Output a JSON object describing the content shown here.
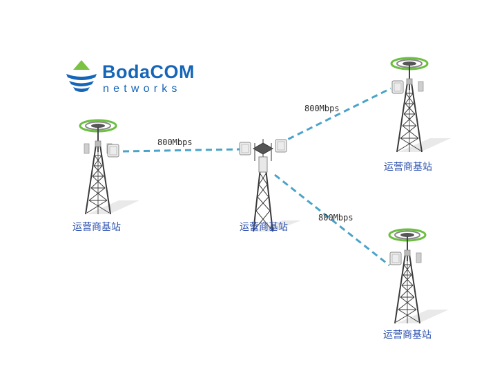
{
  "logo": {
    "title": "BodaCOM",
    "subtitle": "networks"
  },
  "towers": [
    {
      "id": "left",
      "label": "运营商基站"
    },
    {
      "id": "center",
      "label": "运营商基站"
    },
    {
      "id": "top-right",
      "label": "运营商基站"
    },
    {
      "id": "bottom-right",
      "label": "运营商基站"
    }
  ],
  "links": [
    {
      "from": "left",
      "to": "center",
      "label": "800Mbps"
    },
    {
      "from": "center",
      "to": "top-right",
      "label": "800Mbps"
    },
    {
      "from": "center",
      "to": "bottom-right",
      "label": "800Mbps"
    }
  ],
  "colors": {
    "link": "#4aa3c8",
    "brand": "#1565b8",
    "logo_green": "#7cc242",
    "label": "#2a4fb0",
    "tower": "#3a3a3a",
    "ring_green": "#6abf3f"
  }
}
